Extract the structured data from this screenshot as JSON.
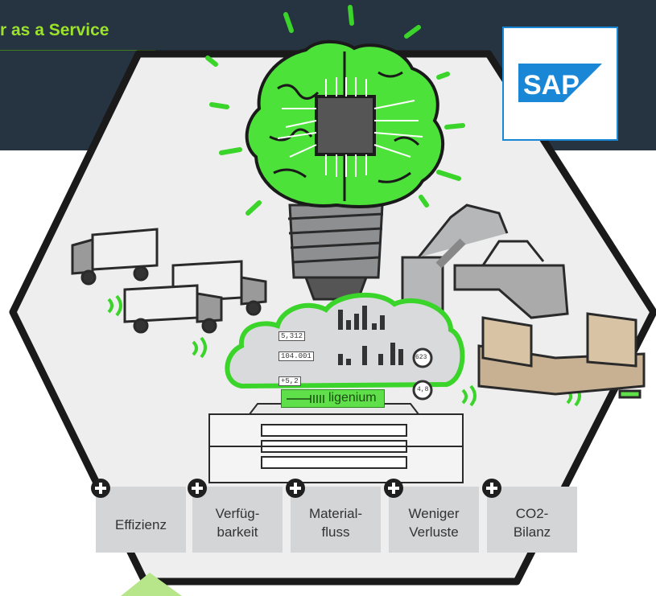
{
  "banner": {
    "title": "r as a Service"
  },
  "sap_logo": {
    "text": "SAP",
    "color": "#1a86d6"
  },
  "ligenium": {
    "label": "ligenium"
  },
  "dashboard": {
    "readout_1": "5,312",
    "readout_2": "104.001",
    "readout_3": "+5,2",
    "gauge_1": "623",
    "gauge_2": "4,8"
  },
  "benefits": [
    {
      "label": "Effizienz"
    },
    {
      "label": "Verfüg-\nbarkeit"
    },
    {
      "label": "Material-\nfluss"
    },
    {
      "label": "Weniger\nVerluste"
    },
    {
      "label": "CO2-\nBilanz"
    }
  ],
  "colors": {
    "banner": "#263340",
    "accent_green": "#5fe04a",
    "title_green": "#9be22a",
    "hexagon": "#eeeeee"
  }
}
